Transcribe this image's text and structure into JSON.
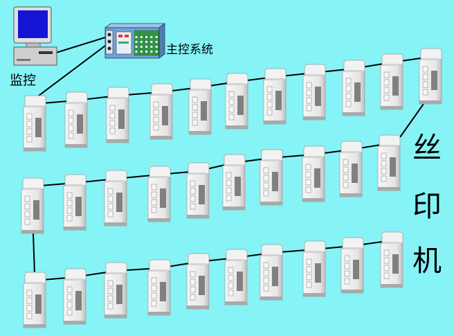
{
  "labels": {
    "monitor": "监控",
    "master_control": "主控系统",
    "machine_chars": [
      "丝",
      "印",
      "机"
    ]
  },
  "icons": {
    "monitor": "desktop-computer-icon",
    "master_control": "plc-rack-icon",
    "drive": "servo-drive-icon"
  },
  "rows": [
    {
      "name": "top-row",
      "drive_count": 11
    },
    {
      "name": "middle-row",
      "drive_count": 10
    },
    {
      "name": "bottom-row",
      "drive_count": 10
    }
  ],
  "colors": {
    "background": "#86f3f6",
    "drive_body": "#ececec",
    "drive_shadow": "#a9a9a9",
    "screen": "#1414d4",
    "plc_body": "#6fa3d8",
    "plc_module": "#2f9a3b"
  }
}
